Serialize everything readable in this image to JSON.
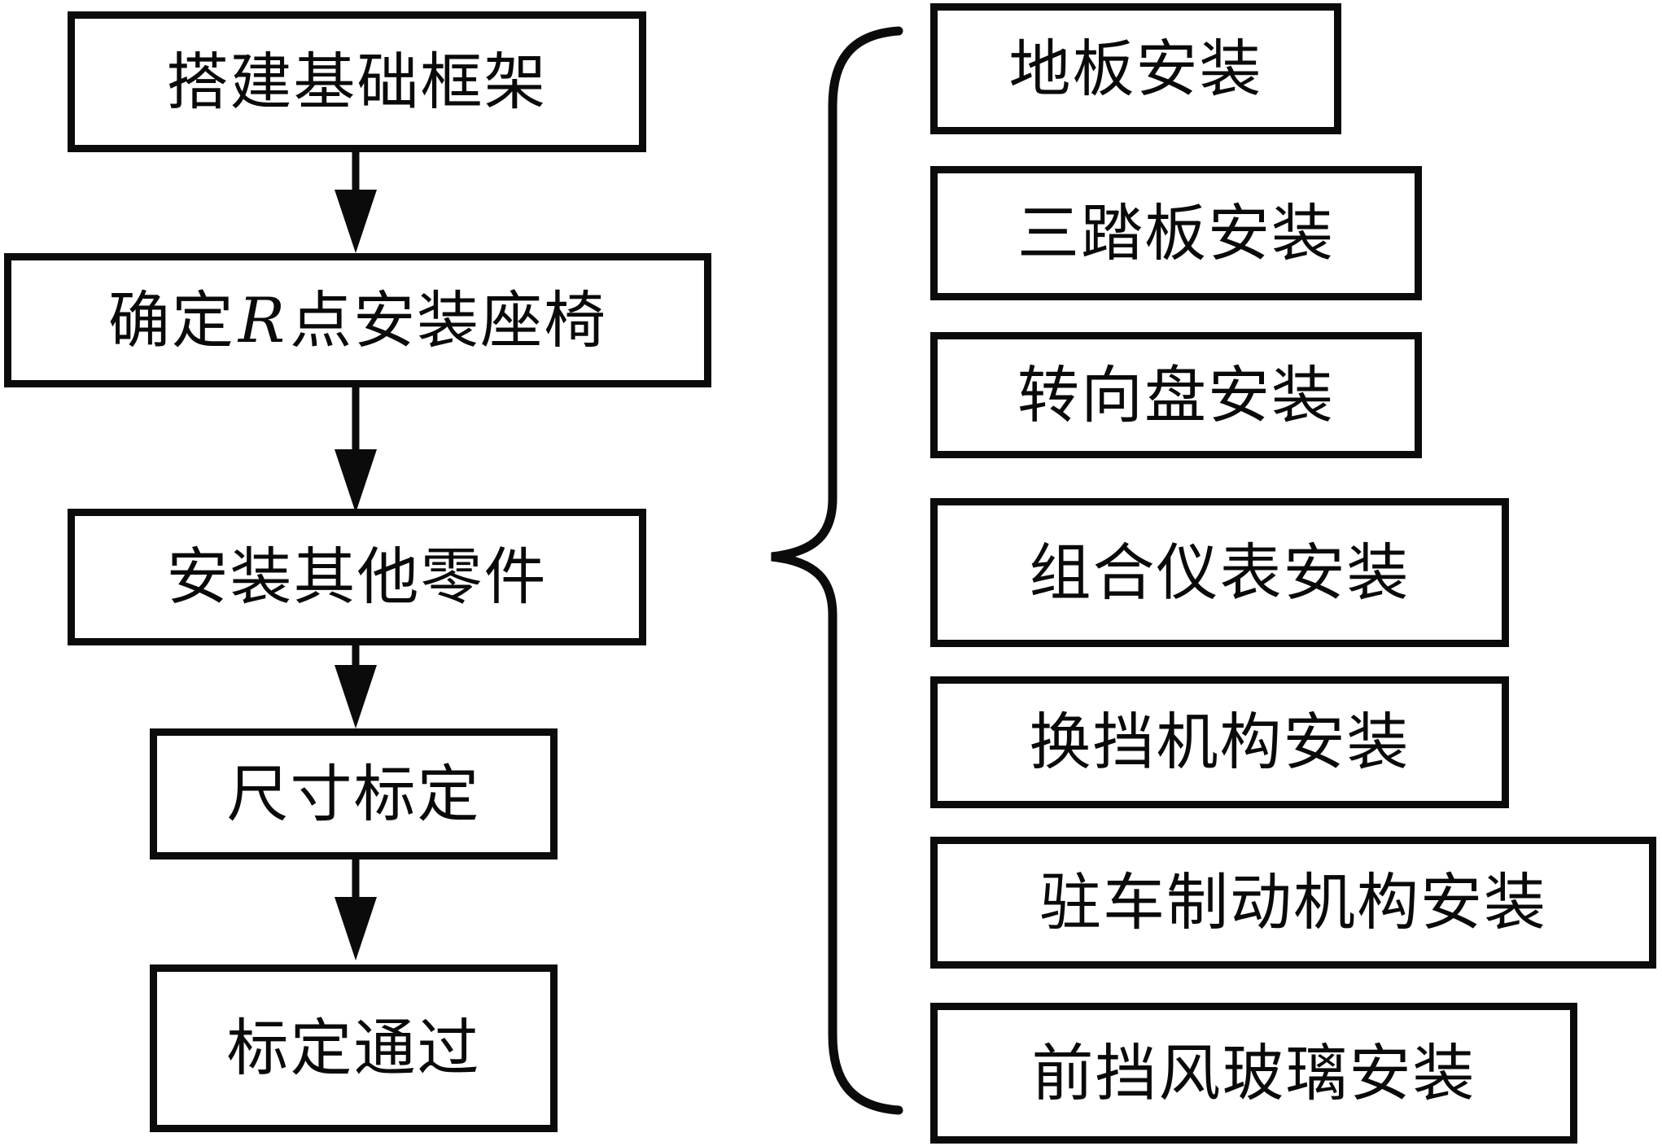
{
  "diagram": {
    "background_color": "#ffffff",
    "stroke_color": "#0b0b0b",
    "main_flow": [
      {
        "id": "build-base-frame",
        "label": "搭建基础框架"
      },
      {
        "id": "confirm-r-point-install-seat",
        "label_pre": "确定",
        "label_r": "R",
        "label_post": "点安装座椅"
      },
      {
        "id": "install-other-parts",
        "label": "安装其他零件"
      },
      {
        "id": "dimension-calibration",
        "label": "尺寸标定"
      },
      {
        "id": "calibration-passed",
        "label": "标定通过"
      }
    ],
    "sub_steps": [
      {
        "id": "floor-install",
        "label": "地板安装"
      },
      {
        "id": "three-pedals-install",
        "label": "三踏板安装"
      },
      {
        "id": "steering-wheel-install",
        "label": "转向盘安装"
      },
      {
        "id": "instrument-cluster-install",
        "label": "组合仪表安装"
      },
      {
        "id": "gear-shift-mechanism-install",
        "label": "换挡机构安装"
      },
      {
        "id": "parking-brake-mechanism-install",
        "label": "驻车制动机构安装"
      },
      {
        "id": "front-windshield-install",
        "label": "前挡风玻璃安装"
      }
    ]
  }
}
